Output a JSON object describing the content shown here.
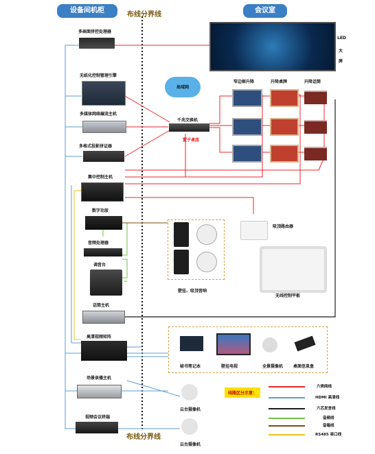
{
  "headers": {
    "equipment_room": "设备间机柜",
    "meeting_room": "会议室",
    "boundary_top": "布线分界线",
    "boundary_bottom": "布线分界线"
  },
  "devices": {
    "splicer": "多画面拼控处理器",
    "paperless": "无纸化控制管理引擎",
    "stream": "多媒体网络编流主机",
    "multi_format": "多格式投影拼证器",
    "central": "集中控制主机",
    "amp": "数字功放",
    "audio_proc": "音频处理器",
    "mixer": "调音台",
    "mic_host": "话筒主机",
    "hd_matrix": "高清视频矩阵",
    "recorder": "场景录播主机",
    "vc_terminal": "视频会议终端"
  },
  "room": {
    "led": [
      "LED",
      "大",
      "屏"
    ],
    "lan": "局域网",
    "switch": "千兆交换机",
    "switch_note": "置于桌底",
    "narrow_lift": "窄边框升降",
    "lift_plate": "升降桌牌",
    "lift_mic": "升降话筒",
    "speakers": "壁挂、吸顶音响",
    "router": "吸顶路由器",
    "tablet": "无线控制平板",
    "notebook": "秘书笔记本",
    "wall_tv": "壁挂电视",
    "pano_cam": "全景摄像机",
    "desk_box": "桌面信息盒",
    "cam1": "云台摄像机",
    "cam2": "云台摄像机"
  },
  "legend": {
    "title": "线路区分示意：",
    "items": [
      {
        "label": "六类网线",
        "color": "#e8262a"
      },
      {
        "label": "HDMI 高清线",
        "color": "#5b9bd5"
      },
      {
        "label": "六芯发言线",
        "color": "#1a1a1a"
      },
      {
        "label": "音频线",
        "color": "#70c040"
      },
      {
        "label": "音箱线",
        "color": "#7b4a12"
      },
      {
        "label": "RS485 串口线",
        "color": "#f0c020"
      }
    ]
  },
  "colors": {
    "network": "#e8262a",
    "hdmi": "#5b9bd5",
    "speaker_cable": "#7b4a12",
    "audio": "#70c040",
    "rs485": "#f0c020",
    "six_core": "#1a1a1a",
    "header_blue": "#3b7fc4"
  }
}
